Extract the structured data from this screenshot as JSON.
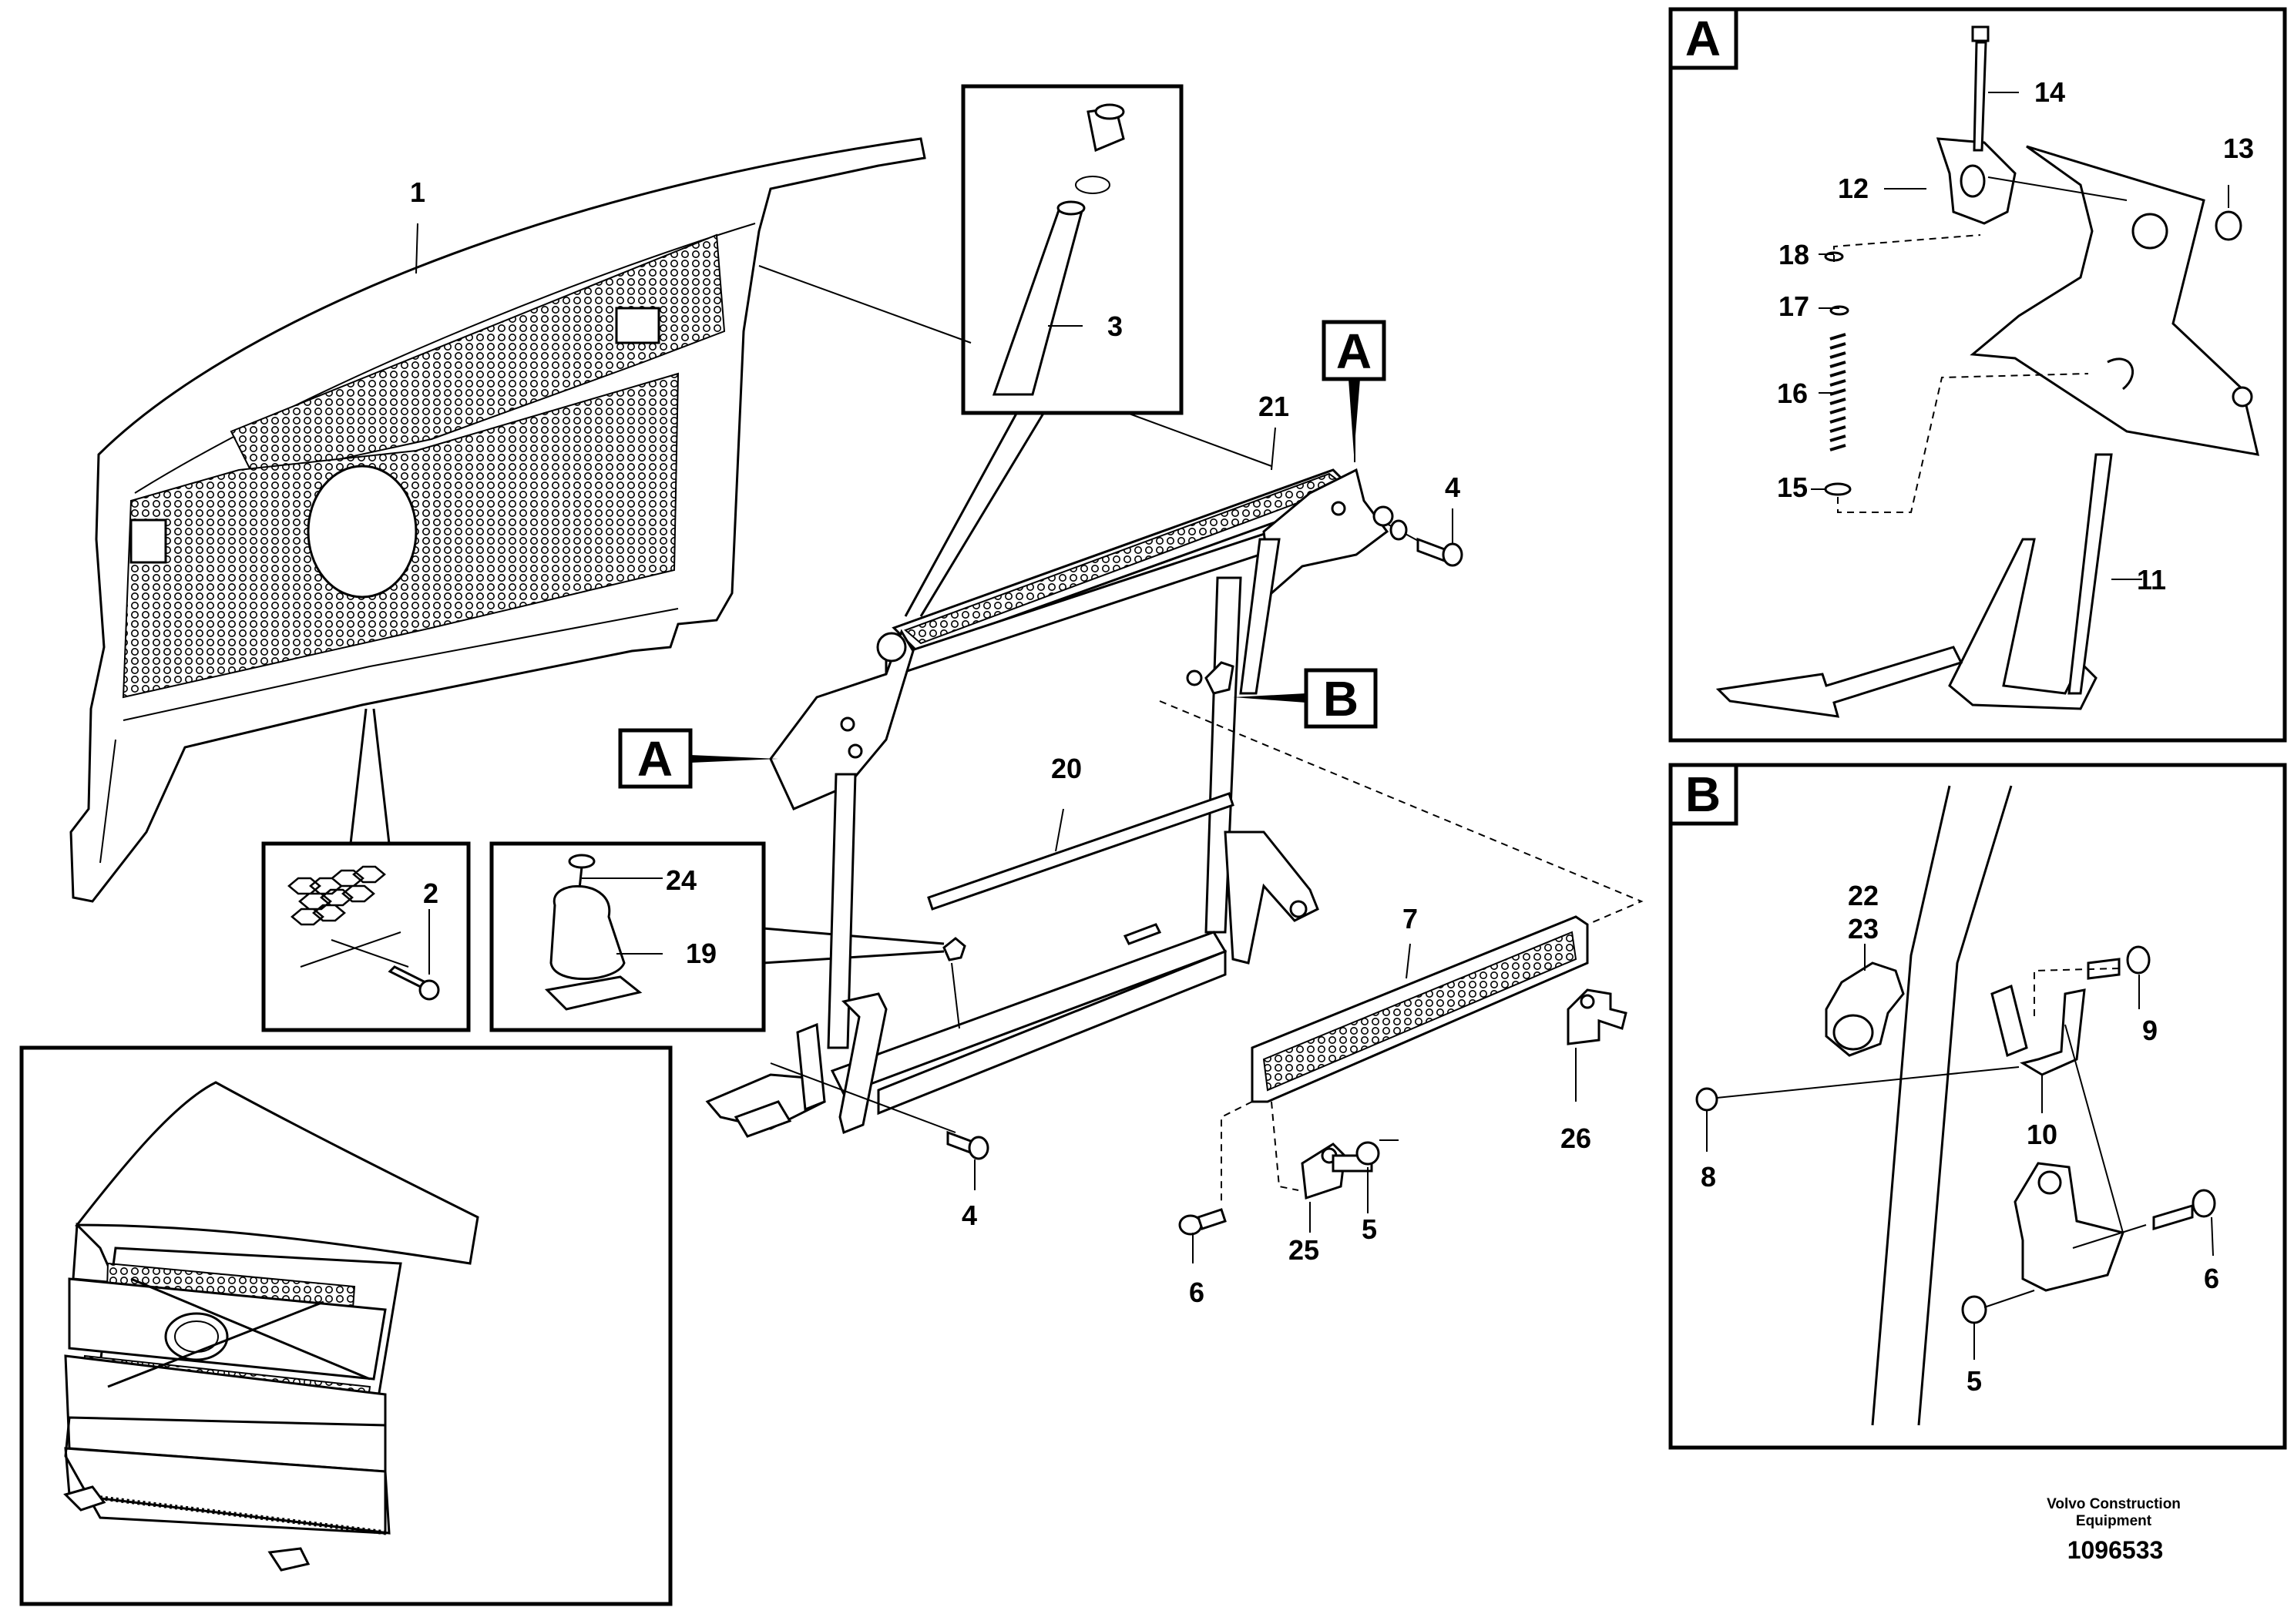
{
  "labels": {
    "l1": "1",
    "l2": "2",
    "l3": "3",
    "l4a": "4",
    "l4b": "4",
    "l5a": "5",
    "l6a": "6",
    "l7": "7",
    "l19": "19",
    "l20": "20",
    "l21": "21",
    "l24": "24",
    "l25": "25",
    "l26": "26",
    "a11": "11",
    "a12": "12",
    "a13": "13",
    "a14": "14",
    "a15": "15",
    "a16": "16",
    "a17": "17",
    "a18": "18",
    "b22": "22",
    "b23": "23",
    "b9": "9",
    "b10": "10",
    "b8": "8",
    "b6": "6",
    "b5": "5"
  },
  "callouts": {
    "top": "A",
    "left": "A",
    "b": "B",
    "panel_a": "A",
    "panel_b": "B"
  },
  "footer": {
    "company_line1": "Volvo Construction",
    "company_line2": "Equipment",
    "part_number": "1096533"
  }
}
